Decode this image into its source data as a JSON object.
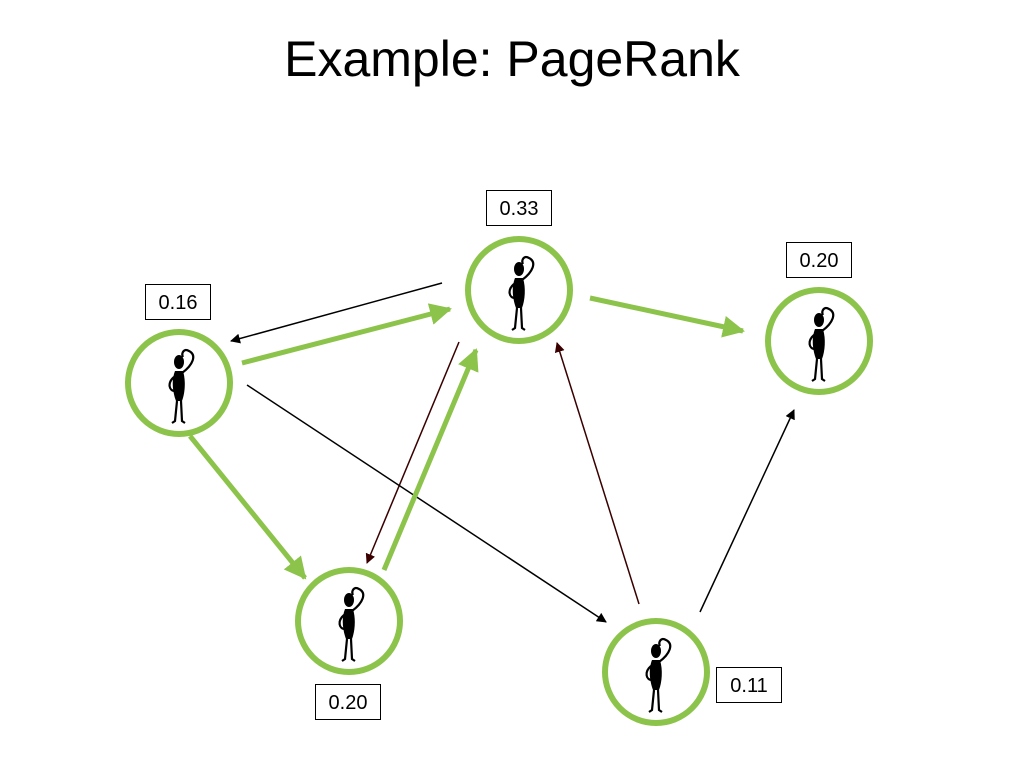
{
  "title": "Example: PageRank",
  "colors": {
    "accent": "#8cc34a",
    "edge": "#000000",
    "edge_dark_red": "#3a0000"
  },
  "nodes": [
    {
      "id": "A",
      "icon": "thinking-stick-figure-icon",
      "score": "0.16"
    },
    {
      "id": "B",
      "icon": "thinking-stick-figure-icon",
      "score": "0.33"
    },
    {
      "id": "C",
      "icon": "thinking-stick-figure-icon",
      "score": "0.20"
    },
    {
      "id": "D",
      "icon": "thinking-stick-figure-icon",
      "score": "0.20"
    },
    {
      "id": "E",
      "icon": "thinking-stick-figure-icon",
      "score": "0.11"
    }
  ],
  "edges": [
    {
      "from": "A",
      "to": "B",
      "style": "thick-green"
    },
    {
      "from": "A",
      "to": "D",
      "style": "thick-green"
    },
    {
      "from": "B",
      "to": "C",
      "style": "thick-green"
    },
    {
      "from": "D",
      "to": "B",
      "style": "thick-green"
    },
    {
      "from": "B",
      "to": "A",
      "style": "thin-black"
    },
    {
      "from": "B",
      "to": "D",
      "style": "thin-dark-red"
    },
    {
      "from": "A",
      "to": "E",
      "style": "thin-black"
    },
    {
      "from": "E",
      "to": "B",
      "style": "thin-dark-red"
    },
    {
      "from": "E",
      "to": "C",
      "style": "thin-black"
    }
  ]
}
